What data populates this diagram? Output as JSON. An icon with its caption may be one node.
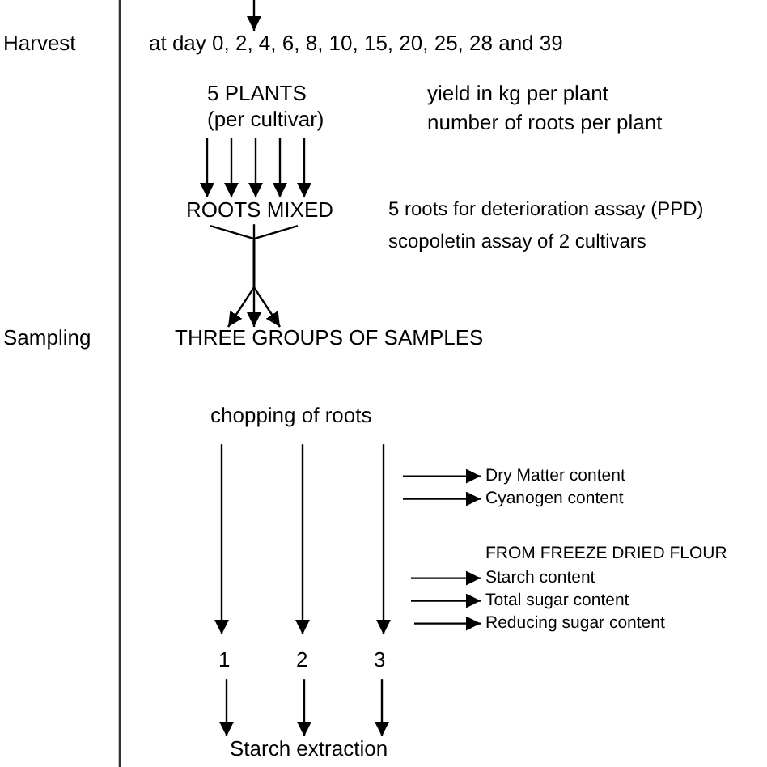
{
  "diagram": {
    "nodes": [
      {
        "text": [
          "at day  0, 2, 4, 6, 8, 10, 15, 20, 25, 28 and 39"
        ]
      },
      {
        "text": [
          "5 PLANTS (per cultivar)"
        ]
      },
      {
        "text": [
          "ROOTS MIXED"
        ]
      },
      {
        "text": [
          "THREE GROUPS OF SAMPLES"
        ]
      },
      {
        "text": [
          "chopping of roots"
        ]
      },
      {
        "text": [
          "1"
        ]
      },
      {
        "text": [
          "2"
        ]
      },
      {
        "text": [
          "3"
        ]
      },
      {
        "text": [
          "Starch extraction"
        ]
      },
      {
        "text": [
          "Dry Matter content"
        ]
      },
      {
        "text": [
          "Cyanogen content"
        ]
      },
      {
        "text": [
          "Starch content"
        ]
      },
      {
        "text": [
          "Total sugar content"
        ]
      },
      {
        "text": [
          "Reducing sugar content"
        ]
      }
    ],
    "edges": [
      {
        "from": null,
        "to": 0,
        "arrow": "to"
      },
      {
        "from": 1,
        "to": 2,
        "arrow": "to"
      },
      {
        "from": 1,
        "to": 2,
        "arrow": "to"
      },
      {
        "from": 1,
        "to": 2,
        "arrow": "to"
      },
      {
        "from": 1,
        "to": 2,
        "arrow": "to"
      },
      {
        "from": 1,
        "to": 2,
        "arrow": "to"
      },
      {
        "from": 2,
        "to": 3,
        "arrow": "to"
      },
      {
        "from": 2,
        "to": 3,
        "arrow": "to"
      },
      {
        "from": 2,
        "to": 3,
        "arrow": "to"
      },
      {
        "from": 4,
        "to": 5,
        "arrow": "to"
      },
      {
        "from": 4,
        "to": 6,
        "arrow": "to"
      },
      {
        "from": 4,
        "to": 7,
        "arrow": "to"
      },
      {
        "from": 5,
        "to": 8,
        "arrow": "to"
      },
      {
        "from": 6,
        "to": 8,
        "arrow": "to"
      },
      {
        "from": 7,
        "to": 8,
        "arrow": "to"
      },
      {
        "from": null,
        "to": 9,
        "arrow": "to"
      },
      {
        "from": null,
        "to": 10,
        "arrow": "to"
      },
      {
        "from": null,
        "to": 11,
        "arrow": "to"
      },
      {
        "from": null,
        "to": 12,
        "arrow": "to"
      },
      {
        "from": null,
        "to": 13,
        "arrow": "to"
      }
    ],
    "labels": [
      "Harvest",
      "yield in kg per plant",
      "number of roots per plant",
      "5 roots for deterioration assay (PPD)",
      "scopoletin assay of 2 cultivars",
      "Sampling",
      "FROM FREEZE DRIED FLOUR"
    ]
  }
}
